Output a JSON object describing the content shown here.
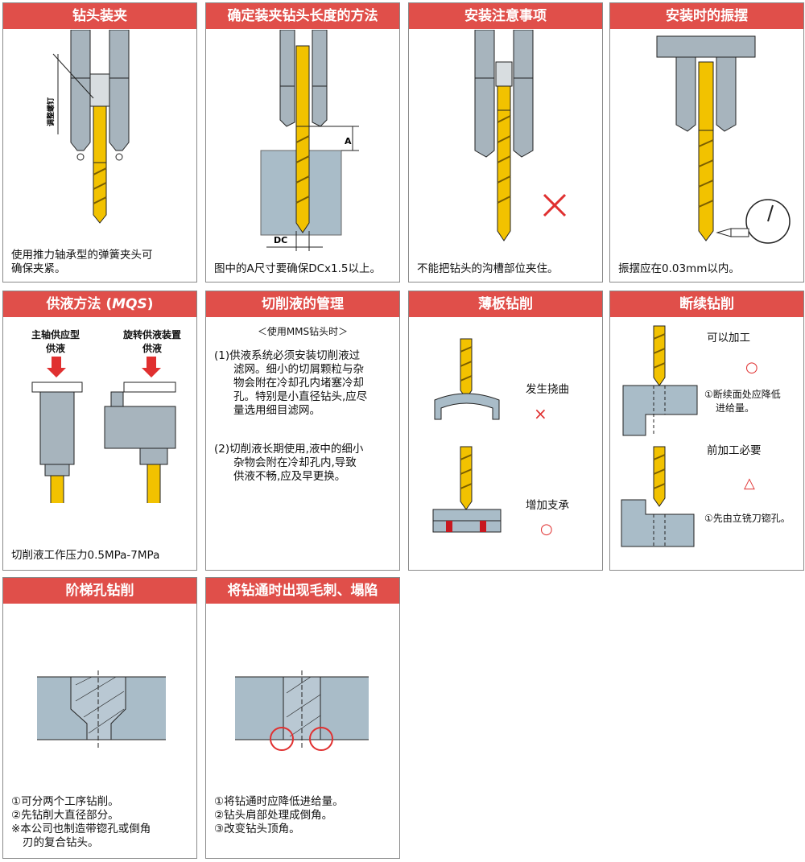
{
  "panels": {
    "p1": {
      "title": "钻头装夹",
      "label": "调整螺钉",
      "caption": [
        "使用推力轴承型的弹簧夹头可",
        "确保夹紧。"
      ]
    },
    "p2": {
      "title": "确定装夹钻头长度的方法",
      "dim_a": "A",
      "dim_dc": "DC",
      "caption": "图中的A尺寸要确保DCx1.5以上。"
    },
    "p3": {
      "title": "安装注意事项",
      "caption": "不能把钻头的沟槽部位夹住。"
    },
    "p4": {
      "title": "安装时的振摆",
      "caption": "振摆应在0.03mm以内。"
    },
    "p5": {
      "title_prefix": "供液方法 (",
      "title_em": "MQS",
      "title_suffix": ")",
      "left_label": [
        "主轴供应型",
        "供液"
      ],
      "right_label": [
        "旋转供液装置",
        "供液"
      ],
      "caption": "切削液工作压力0.5MPa-7MPa"
    },
    "p6": {
      "title": "切削液的管理",
      "subtitle": "＜使用MMS钻头时＞",
      "item1": [
        "(1)供液系统必须安装切削液过",
        "滤网。细小的切屑颗粒与杂",
        "物会附在冷却孔内堵塞冷却",
        "孔。特别是小直径钻头,应尽",
        "量选用细目滤网。"
      ],
      "item2": [
        "(2)切削液长期使用,液中的细小",
        "杂物会附在冷却孔内,导致",
        "供液不畅,应及早更换。"
      ]
    },
    "p7": {
      "title": "薄板钻削",
      "label1": "发生挠曲",
      "mark1": "×",
      "label2": "增加支承",
      "mark2": "○"
    },
    "p8": {
      "title": "断续钻削",
      "label1": "可以加工",
      "mark1": "○",
      "note1": [
        "①断续面处应降低",
        "进给量。"
      ],
      "label2": "前加工必要",
      "mark2": "△",
      "note2": "①先由立铣刀锪孔。"
    },
    "p9": {
      "title": "阶梯孔钻削",
      "notes": [
        "①可分两个工序钻削。",
        "②先钻削大直径部分。",
        "※本公司也制造带锪孔或倒角",
        "刃的复合钻头。"
      ]
    },
    "p10": {
      "title": "将钻通时出现毛刺、塌陷",
      "notes": [
        "①将钻通时应降低进给量。",
        "②钻头肩部处理成倒角。",
        "③改变钻头顶角。"
      ]
    }
  },
  "colors": {
    "header": "#e04f4a",
    "drill": "#f2c200",
    "steel": "#a7b4bd",
    "work": "#a9bcc8",
    "mark": "#e03030"
  }
}
